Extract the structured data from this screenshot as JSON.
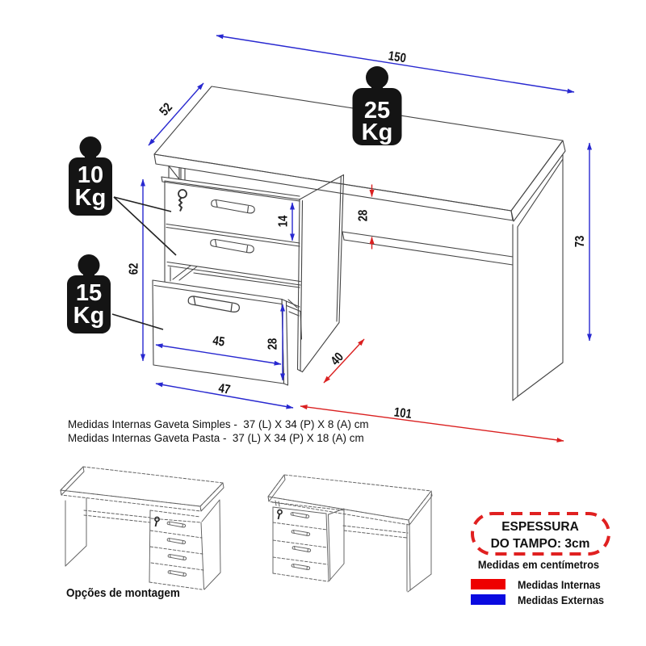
{
  "diagram_title": "desk-dimensions-technical-diagram",
  "dims": {
    "width": "150",
    "depth": "52",
    "height": "73",
    "pedestal_height": "62",
    "simple_drawer_front": "14",
    "clearance_height": "28",
    "drawer_inner_width": "45",
    "pasta_drawer_front": "28",
    "pedestal_width": "47",
    "pedestal_depth": "40",
    "clearance_width": "101"
  },
  "weights": {
    "tampo": {
      "value": "25",
      "unit": "Kg"
    },
    "gavetas": {
      "value": "10",
      "unit": "Kg"
    },
    "gaveta_pasta": {
      "value": "15",
      "unit": "Kg"
    }
  },
  "notes": [
    "Medidas Internas Gaveta Simples -  37 (L) X 34 (P) X 8 (A) cm",
    "Medidas Internas Gaveta Pasta -  37 (L) X 34 (P) X 18 (A) cm"
  ],
  "badge": {
    "line1": "ESPESSURA",
    "line2": "DO TAMPO: 3cm"
  },
  "units_note": "Medidas em centímetros",
  "legend": {
    "internal": {
      "label": "Medidas Internas",
      "color": "#ee0000"
    },
    "external": {
      "label": "Medidas Externas",
      "color": "#0a0ae0"
    }
  },
  "options_caption": "Opções de montagem",
  "colors": {
    "external_dimension_lines": "#2828d0",
    "internal_dimension_lines": "#da2020",
    "drawing_lines": "#454545",
    "weight_icon": "#141414"
  }
}
